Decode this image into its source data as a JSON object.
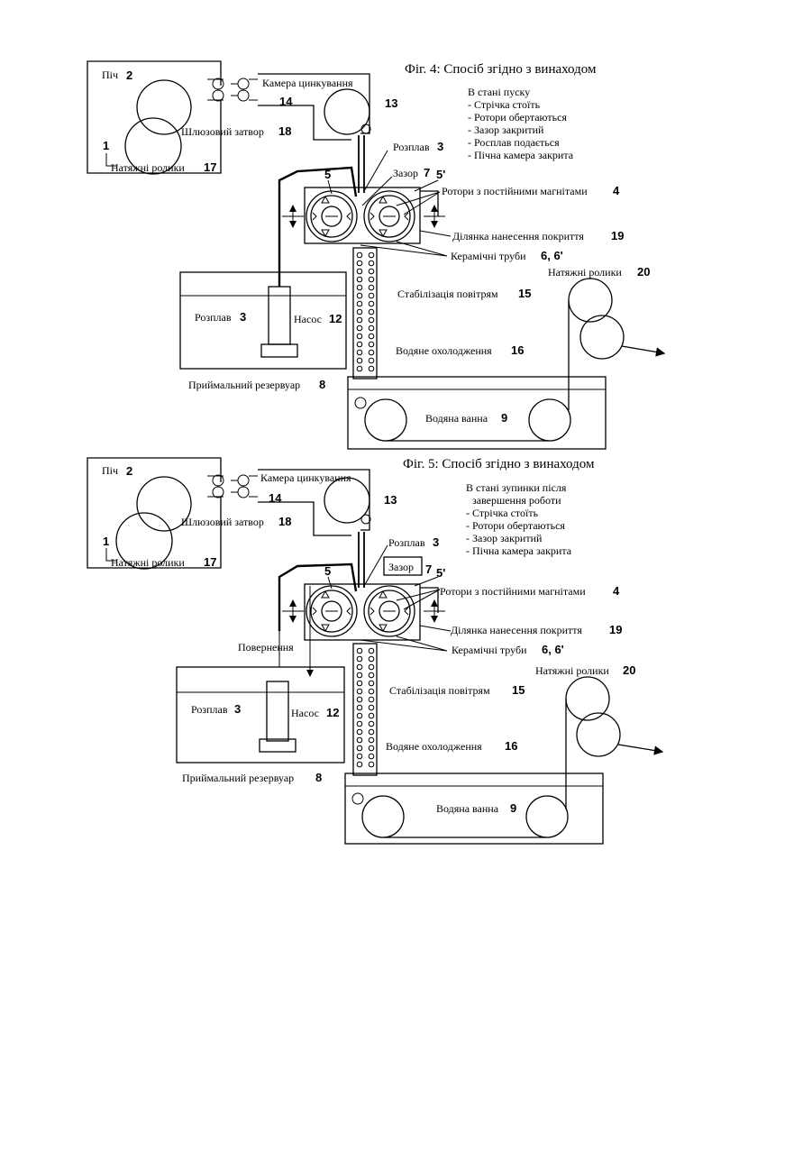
{
  "fig4": {
    "title": "Фіг. 4: Спосіб згідно з винаходом",
    "state": [
      "В стані пуску",
      "- Стрічка стоїть",
      "- Ротори обертаються",
      "- Зазор закритий",
      "- Росплав подається",
      "- Пічна камера закрита"
    ],
    "furnace": "Піч",
    "furnace_num": "2",
    "galv": "Камера цинкування",
    "n14": "14",
    "n13": "13",
    "n1": "1",
    "n5": "5",
    "n5p": "5'",
    "lock": "Шлюзовий затвор",
    "lock_num": "18",
    "tension17": "Натяжні ролики",
    "tension17_num": "17",
    "melt_top": "Розплав",
    "melt_top_num": "3",
    "gap": "Зазор",
    "gap_num": "7",
    "rotors": "Ротори з постійними магнітами",
    "rotors_num": "4",
    "coat": "Ділянка нанесення покриття",
    "coat_num": "19",
    "tubes": "Керамічні труби",
    "tubes_num": "6, 6'",
    "tension20": "Натяжні ролики",
    "tension20_num": "20",
    "air": "Стабілізація повітрям",
    "air_num": "15",
    "water_cool": "Водяне охолодження",
    "water_cool_num": "16",
    "melt_tank": "Розплав",
    "melt_tank_num": "3",
    "pump": "Насос",
    "pump_num": "12",
    "tank": "Приймальний резервуар",
    "tank_num": "8",
    "bath": "Водяна ванна",
    "bath_num": "9"
  },
  "fig5": {
    "title": "Фіг. 5: Спосіб згідно з винаходом",
    "state": [
      "В стані зупинки після",
      "завершення роботи",
      "- Стрічка стоїть",
      "- Ротори обертаються",
      "- Зазор закритий",
      "- Пічна камера закрита"
    ],
    "furnace": "Піч",
    "furnace_num": "2",
    "galv": "Камера цинкування",
    "n14": "14",
    "n13": "13",
    "n1": "1",
    "n5": "5",
    "n5p": "5'",
    "lock": "Шлюзовий затвор",
    "lock_num": "18",
    "tension17": "Натяжні ролики",
    "tension17_num": "17",
    "melt_top": "Розплав",
    "melt_top_num": "3",
    "gap": "Зазор",
    "gap_num": "7",
    "rotors": "Ротори з постійними магнітами",
    "rotors_num": "4",
    "coat": "Ділянка нанесення покриття",
    "coat_num": "19",
    "tubes": "Керамічні труби",
    "tubes_num": "6, 6'",
    "tension20": "Натяжні ролики",
    "tension20_num": "20",
    "air": "Стабілізація повітрям",
    "air_num": "15",
    "water_cool": "Водяне охолодження",
    "water_cool_num": "16",
    "return": "Повернення",
    "melt_tank": "Розплав",
    "melt_tank_num": "3",
    "pump": "Насос",
    "pump_num": "12",
    "tank": "Приймальний резервуар",
    "tank_num": "8",
    "bath": "Водяна ванна",
    "bath_num": "9"
  }
}
